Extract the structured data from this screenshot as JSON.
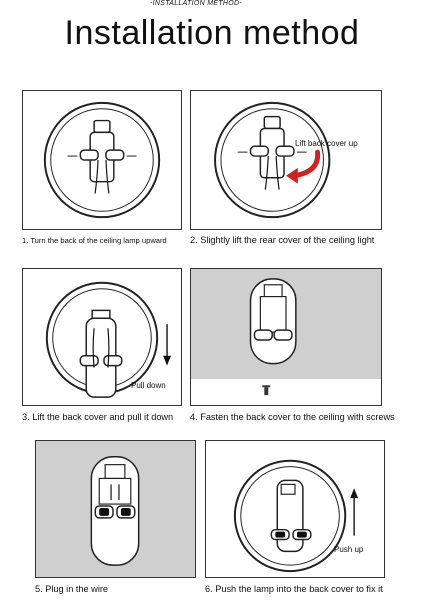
{
  "header": {
    "kicker": "-INSTALLATION METHOD-",
    "title": "Installation method"
  },
  "steps": [
    {
      "caption": "1. Turn the back of the ceiling lamp upward",
      "label": ""
    },
    {
      "caption": "2. Slightly lift the rear cover of the ceiling light",
      "label": "Lift back cover up"
    },
    {
      "caption": "3. Lift the back cover and pull it down",
      "label": "Pull down"
    },
    {
      "caption": "4. Fasten the back cover to the ceiling with screws",
      "label": ""
    },
    {
      "caption": "5. Plug in the wire",
      "label": ""
    },
    {
      "caption": "6. Push the lamp into the back cover to fix it",
      "label": "Push up"
    }
  ],
  "colors": {
    "arrow_red": "#d61f1f",
    "panel_gray": "#cfcfcf",
    "wire_black": "#111111"
  },
  "icons": [
    "lamp-back-diagram",
    "curved-arrow-icon",
    "down-arrow-icon",
    "up-arrow-icon",
    "screw-icon"
  ]
}
